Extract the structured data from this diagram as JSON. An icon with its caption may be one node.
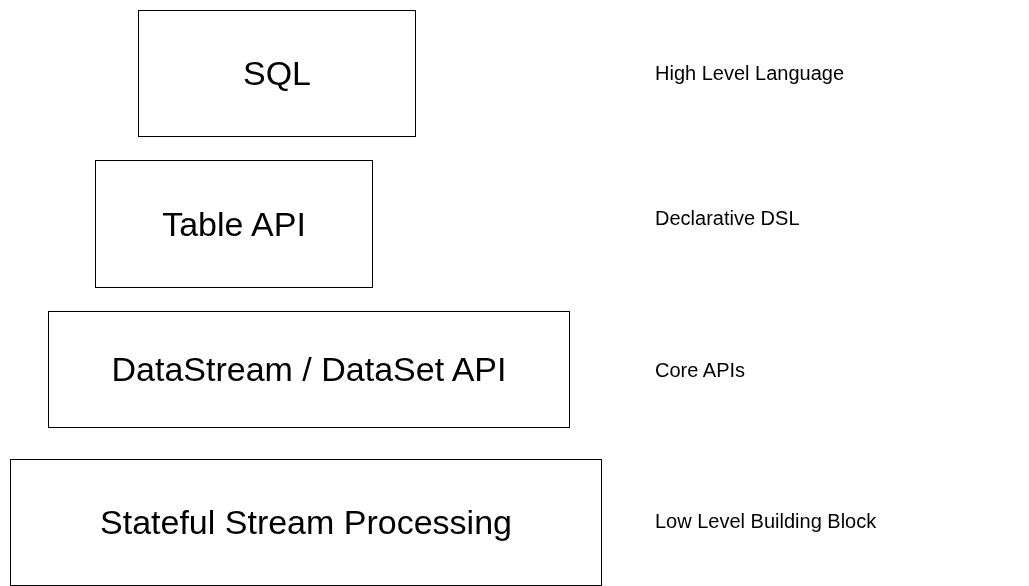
{
  "diagram": {
    "nodes": [
      {
        "text": [
          "SQL"
        ]
      },
      {
        "text": [
          "Table API"
        ]
      },
      {
        "text": [
          "DataStream / DataSet API"
        ]
      },
      {
        "text": [
          "Stateful Stream Processing"
        ]
      }
    ],
    "labels": [
      "High Level Language",
      "Declarative DSL",
      "Core APIs",
      "Low Level Building Block"
    ]
  }
}
